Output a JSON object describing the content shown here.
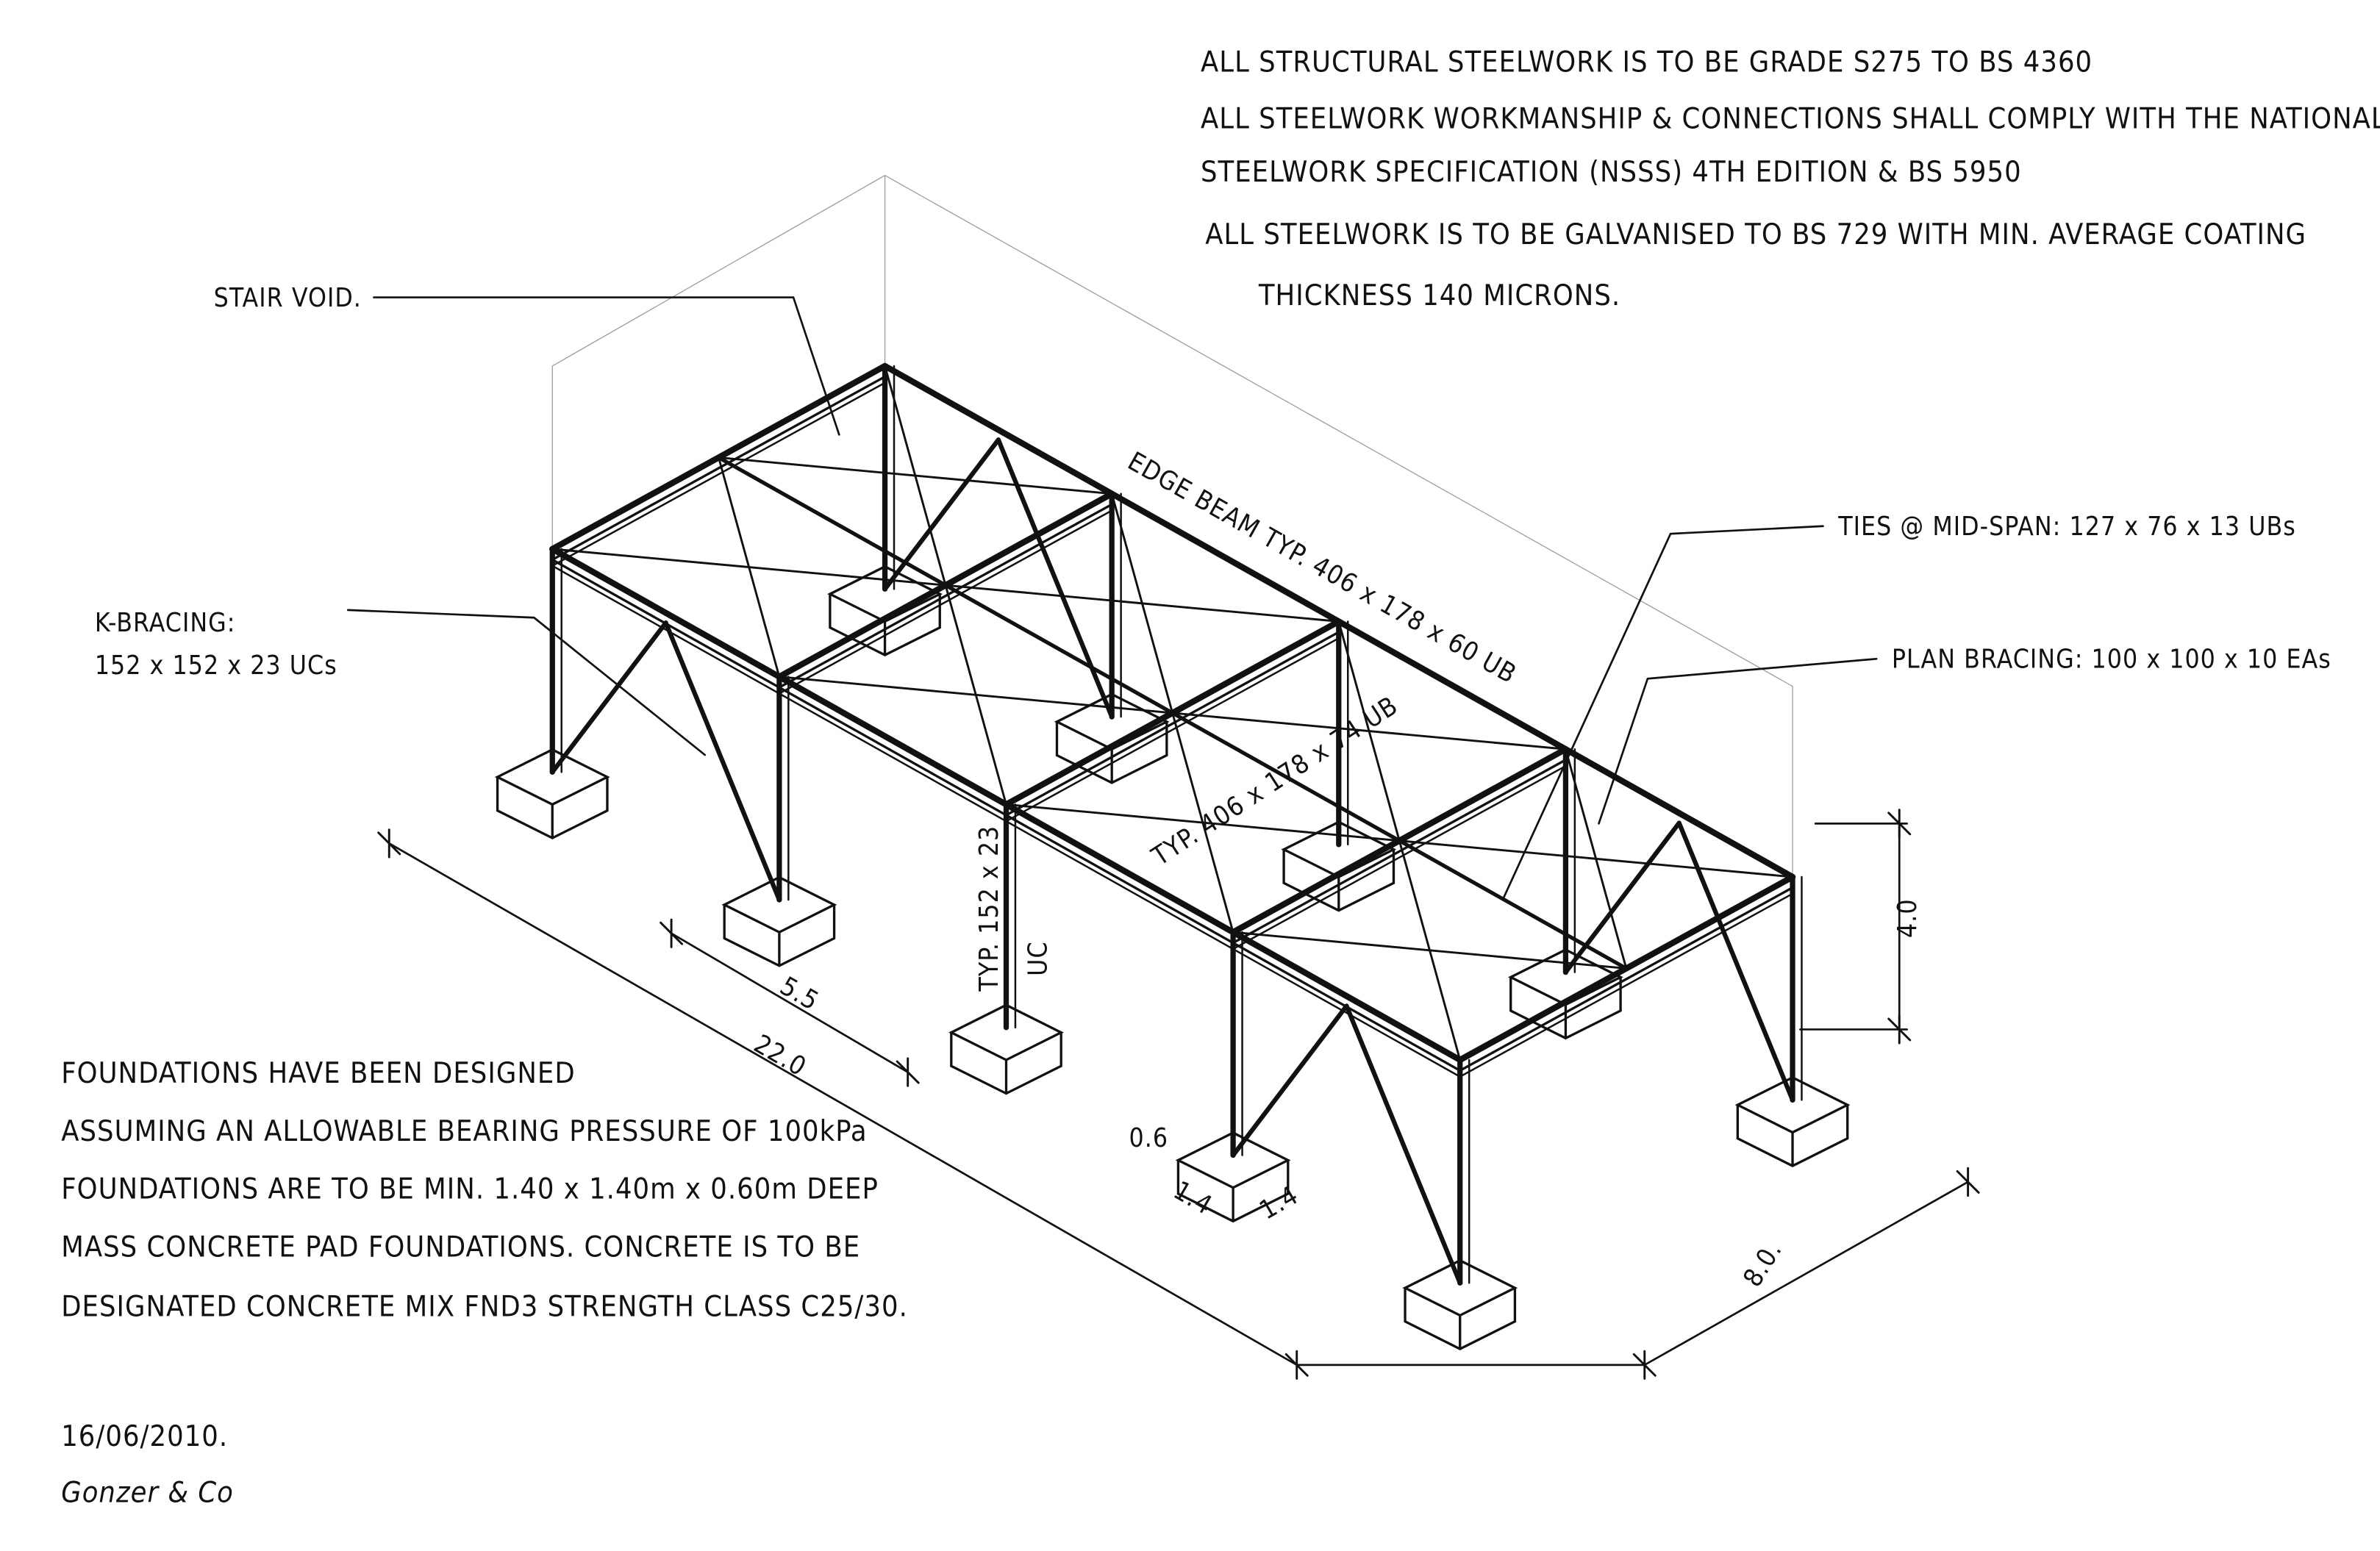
{
  "spec_notes": [
    "ALL STRUCTURAL STEELWORK IS TO BE GRADE S275 TO BS 4360",
    "ALL STEELWORK WORKMANSHIP & CONNECTIONS SHALL COMPLY WITH THE NATIONAL STRUCTURAL",
    "STEELWORK SPECIFICATION (NSSS) 4TH EDITION & BS 5950",
    "ALL STEELWORK IS TO BE GALVANISED TO BS 729 WITH MIN. AVERAGE COATING",
    "THICKNESS 140 MICRONS."
  ],
  "foundation_notes": [
    "FOUNDATIONS HAVE BEEN DESIGNED",
    "ASSUMING AN ALLOWABLE BEARING PRESSURE OF 100kPa",
    "FOUNDATIONS ARE TO BE MIN. 1.40 x 1.40m x 0.60m DEEP",
    "MASS CONCRETE PAD FOUNDATIONS. CONCRETE IS TO BE",
    "DESIGNATED CONCRETE MIX FND3 STRENGTH CLASS C25/30."
  ],
  "date": "16/06/2010.",
  "signature": "Gonzer & Co",
  "labels": {
    "stair_void": "STAIR VOID.",
    "k_bracing_1": "K-BRACING:",
    "k_bracing_2": "152 x 152 x 23 UCs",
    "edge_beam": "EDGE BEAM TYP. 406 x 178 x 60 UB",
    "ties": "TIES @ MID-SPAN: 127 x 76 x 13 UBs",
    "plan_bracing": "PLAN BRACING: 100 x 100 x 10 EAs",
    "typ_beam": "TYP. 406 x 178 x 74 UB",
    "typ_column": "TYP. 152 x 23",
    "typ_column_suffix": "UC"
  },
  "dimensions": {
    "bay": "5.5",
    "length": "22.0",
    "height": "4.0",
    "width": "8.0.",
    "pad_depth": "0.6",
    "pad_w1": "1.4",
    "pad_w2": "1.4"
  }
}
